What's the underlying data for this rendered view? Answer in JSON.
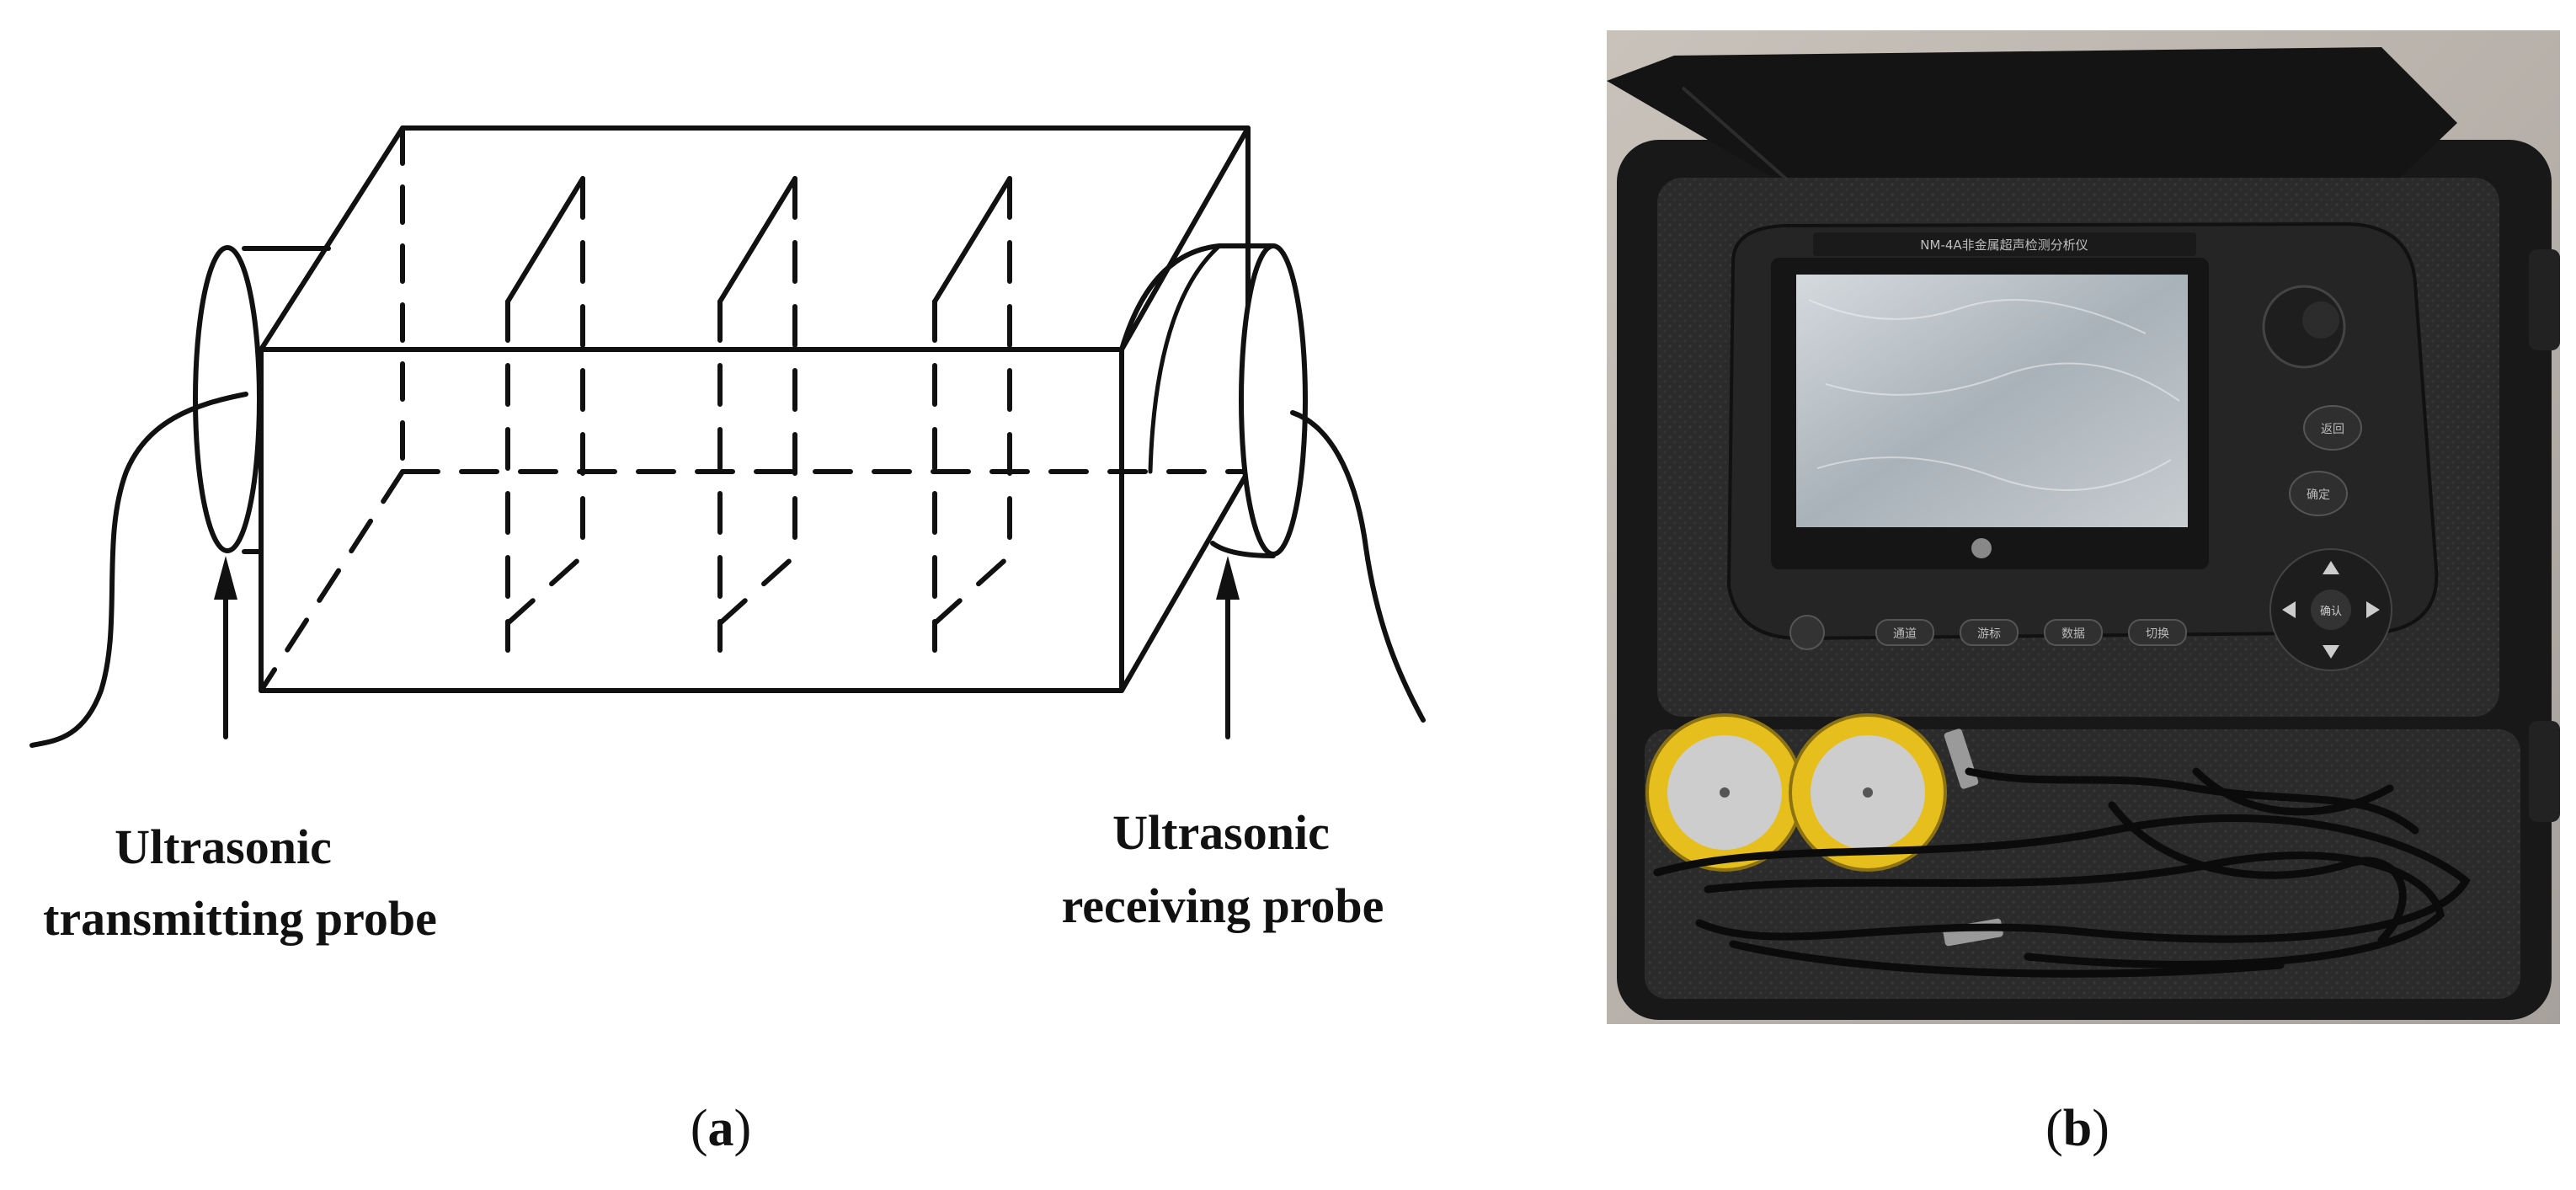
{
  "panel_a": {
    "transmit_label": {
      "line1": "Ultrasonic",
      "line2": "transmitting probe"
    },
    "receive_label": {
      "line1": "Ultrasonic",
      "line2": "receiving probe"
    },
    "caption": {
      "open": "(",
      "letter": "a",
      "close": ")"
    }
  },
  "panel_b": {
    "device_header": "NM-4A非金属超声检测分析仪",
    "side_buttons": [
      "返回",
      "确定"
    ],
    "nav_center": "确认",
    "bottom_buttons": [
      "通道",
      "游标",
      "数据",
      "切换"
    ],
    "caption": {
      "open": "(",
      "letter": "b",
      "close": ")"
    },
    "colors": {
      "case": "#1b1b1b",
      "foam": "#2a2a2a",
      "device": "#262626",
      "screen": "#b9c0c6",
      "probe_ring": "#e8c21c",
      "probe_face": "#cfcfcf"
    }
  }
}
